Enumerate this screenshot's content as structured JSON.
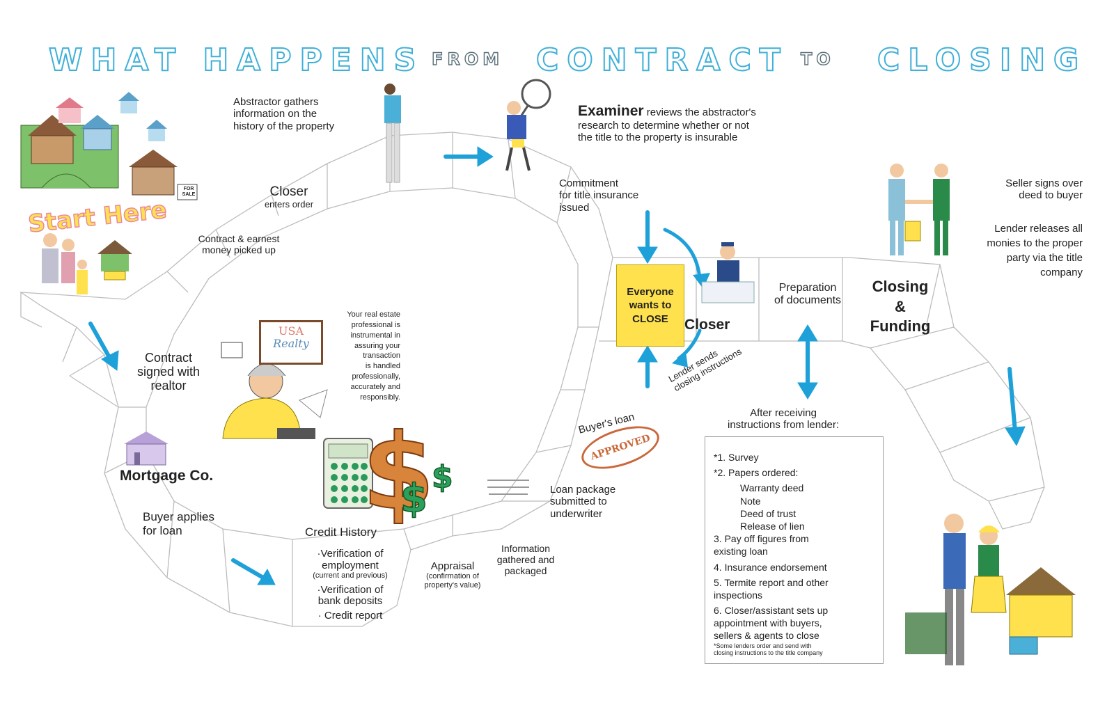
{
  "title": {
    "part1": "WHAT HAPPENS",
    "part2": "FROM",
    "part3": "CONTRACT",
    "part4": "TO",
    "part5": "CLOSING"
  },
  "colors": {
    "accent_blue": "#3fb0d9",
    "arrow_blue": "#1ea0d8",
    "close_yellow": "#ffe14d",
    "path_grey": "#b8b8b8",
    "stamp_orange": "#c9683a"
  },
  "start_here": "Start Here",
  "steps": {
    "abstractor": "Abstractor  gathers\ninformation on the\nhistory of the property",
    "examiner_name": "Examiner",
    "examiner_text_1": "reviews the abstractor's",
    "examiner_text_2": "research to determine whether or not\nthe title to the property is insurable",
    "closer_enters_title": "Closer",
    "closer_enters_sub": "enters order",
    "contract_earnest": "Contract & earnest\nmoney picked up",
    "commitment": "Commitment\nfor title insurance\nissued",
    "everyone_close": "Everyone\nwants to\nCLOSE",
    "closer": "Closer",
    "preparation": "Preparation\nof documents",
    "closing_funding": "Closing\n&\nFunding",
    "seller_signs": "Seller signs over\ndeed to buyer",
    "lender_releases": "Lender releases all\nmonies to the proper\nparty via the title\ncompany",
    "contract_signed": "Contract\nsigned with\nrealtor",
    "realtor_note": "Your real estate\nprofessional is\ninstrumental in\nassuring your\ntransaction\nis handled\nprofessionally,\naccurately and\nresponsibly.",
    "mortgage_co": "Mortgage Co.",
    "buyer_applies": "Buyer applies\nfor loan",
    "credit_history": "Credit History",
    "verification_employment": "·Verification of\nemployment",
    "verification_employment_sub": "(current and previous)",
    "verification_bank": "·Verification of\nbank deposits",
    "credit_report": "· Credit report",
    "appraisal": "Appraisal",
    "appraisal_sub": "(confirmation of\nproperty's value)",
    "info_gathered": "Information\ngathered and\npackaged",
    "loan_package": "Loan package\nsubmitted to\nunderwriter",
    "buyers_loan": "Buyer's loan",
    "approved": "APPROVED",
    "lender_sends": "Lender sends\nclosing instructions",
    "after_receiving": "After receiving\ninstructions from lender:"
  },
  "realty_sign": {
    "line1": "USA",
    "line2": "Realty"
  },
  "house_sign": "FOR\nSALE",
  "checklist": {
    "items": [
      {
        "text": "*1. Survey",
        "sub": []
      },
      {
        "text": "*2. Papers ordered:",
        "sub": [
          "Warranty deed",
          "Note",
          "Deed of trust",
          "Release of lien"
        ]
      },
      {
        "text": "3. Pay off figures from\n    existing loan",
        "sub": []
      },
      {
        "text": "4. Insurance endorsement",
        "sub": []
      },
      {
        "text": "5. Termite report and other\n    inspections",
        "sub": []
      },
      {
        "text": "6. Closer/assistant sets up\n    appointment with buyers,\n    sellers & agents to close",
        "sub": []
      }
    ],
    "footnote": "*Some lenders order and send with\nclosing instructions to the title company"
  },
  "icons": {
    "houses": "house-cluster-icon",
    "family": "family-icon",
    "abstractor": "person-icon",
    "examiner": "magnifier-person-icon",
    "closer_person": "person-at-desk-icon",
    "handshake": "handshake-icon",
    "realtor": "realtor-phone-icon",
    "mortgage_house": "house-icon",
    "calculator": "calculator-icon",
    "dollars": "dollar-icon",
    "couple": "couple-icon",
    "new_home": "house-icon"
  }
}
